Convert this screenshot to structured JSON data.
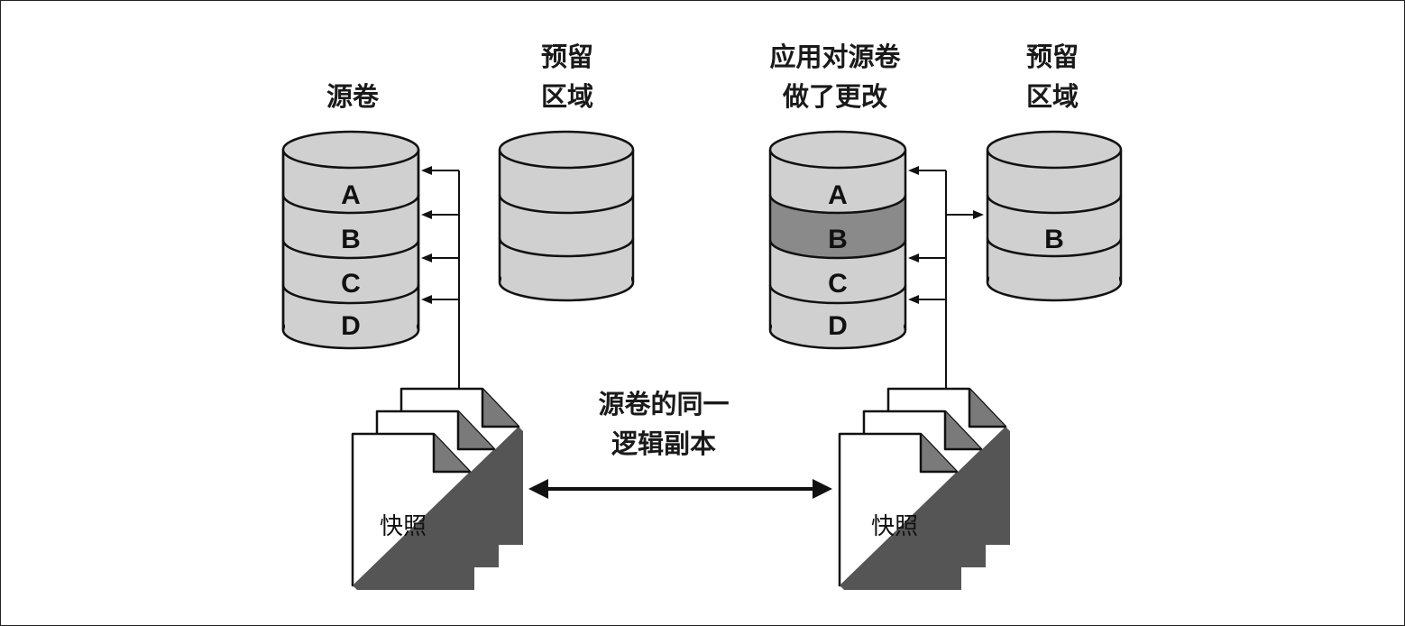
{
  "left": {
    "source_label": "源卷",
    "reserve_label": [
      "预留",
      "区域"
    ],
    "slots": [
      "A",
      "B",
      "C",
      "D"
    ],
    "snapshot_label": "快照"
  },
  "right": {
    "source_label": [
      "应用对源卷",
      "做了更改"
    ],
    "reserve_label": [
      "预留",
      "区域"
    ],
    "slots": [
      "A",
      "B",
      "C",
      "D"
    ],
    "changed_slot": "B",
    "reserve_slots": [
      "",
      "B",
      ""
    ],
    "snapshot_label": "快照"
  },
  "center_label": [
    "源卷的同一",
    "逻辑副本"
  ],
  "colors": {
    "disk_fill": "#d0d0d0",
    "changed_fill": "#8a8a8a",
    "stroke": "#111111"
  }
}
